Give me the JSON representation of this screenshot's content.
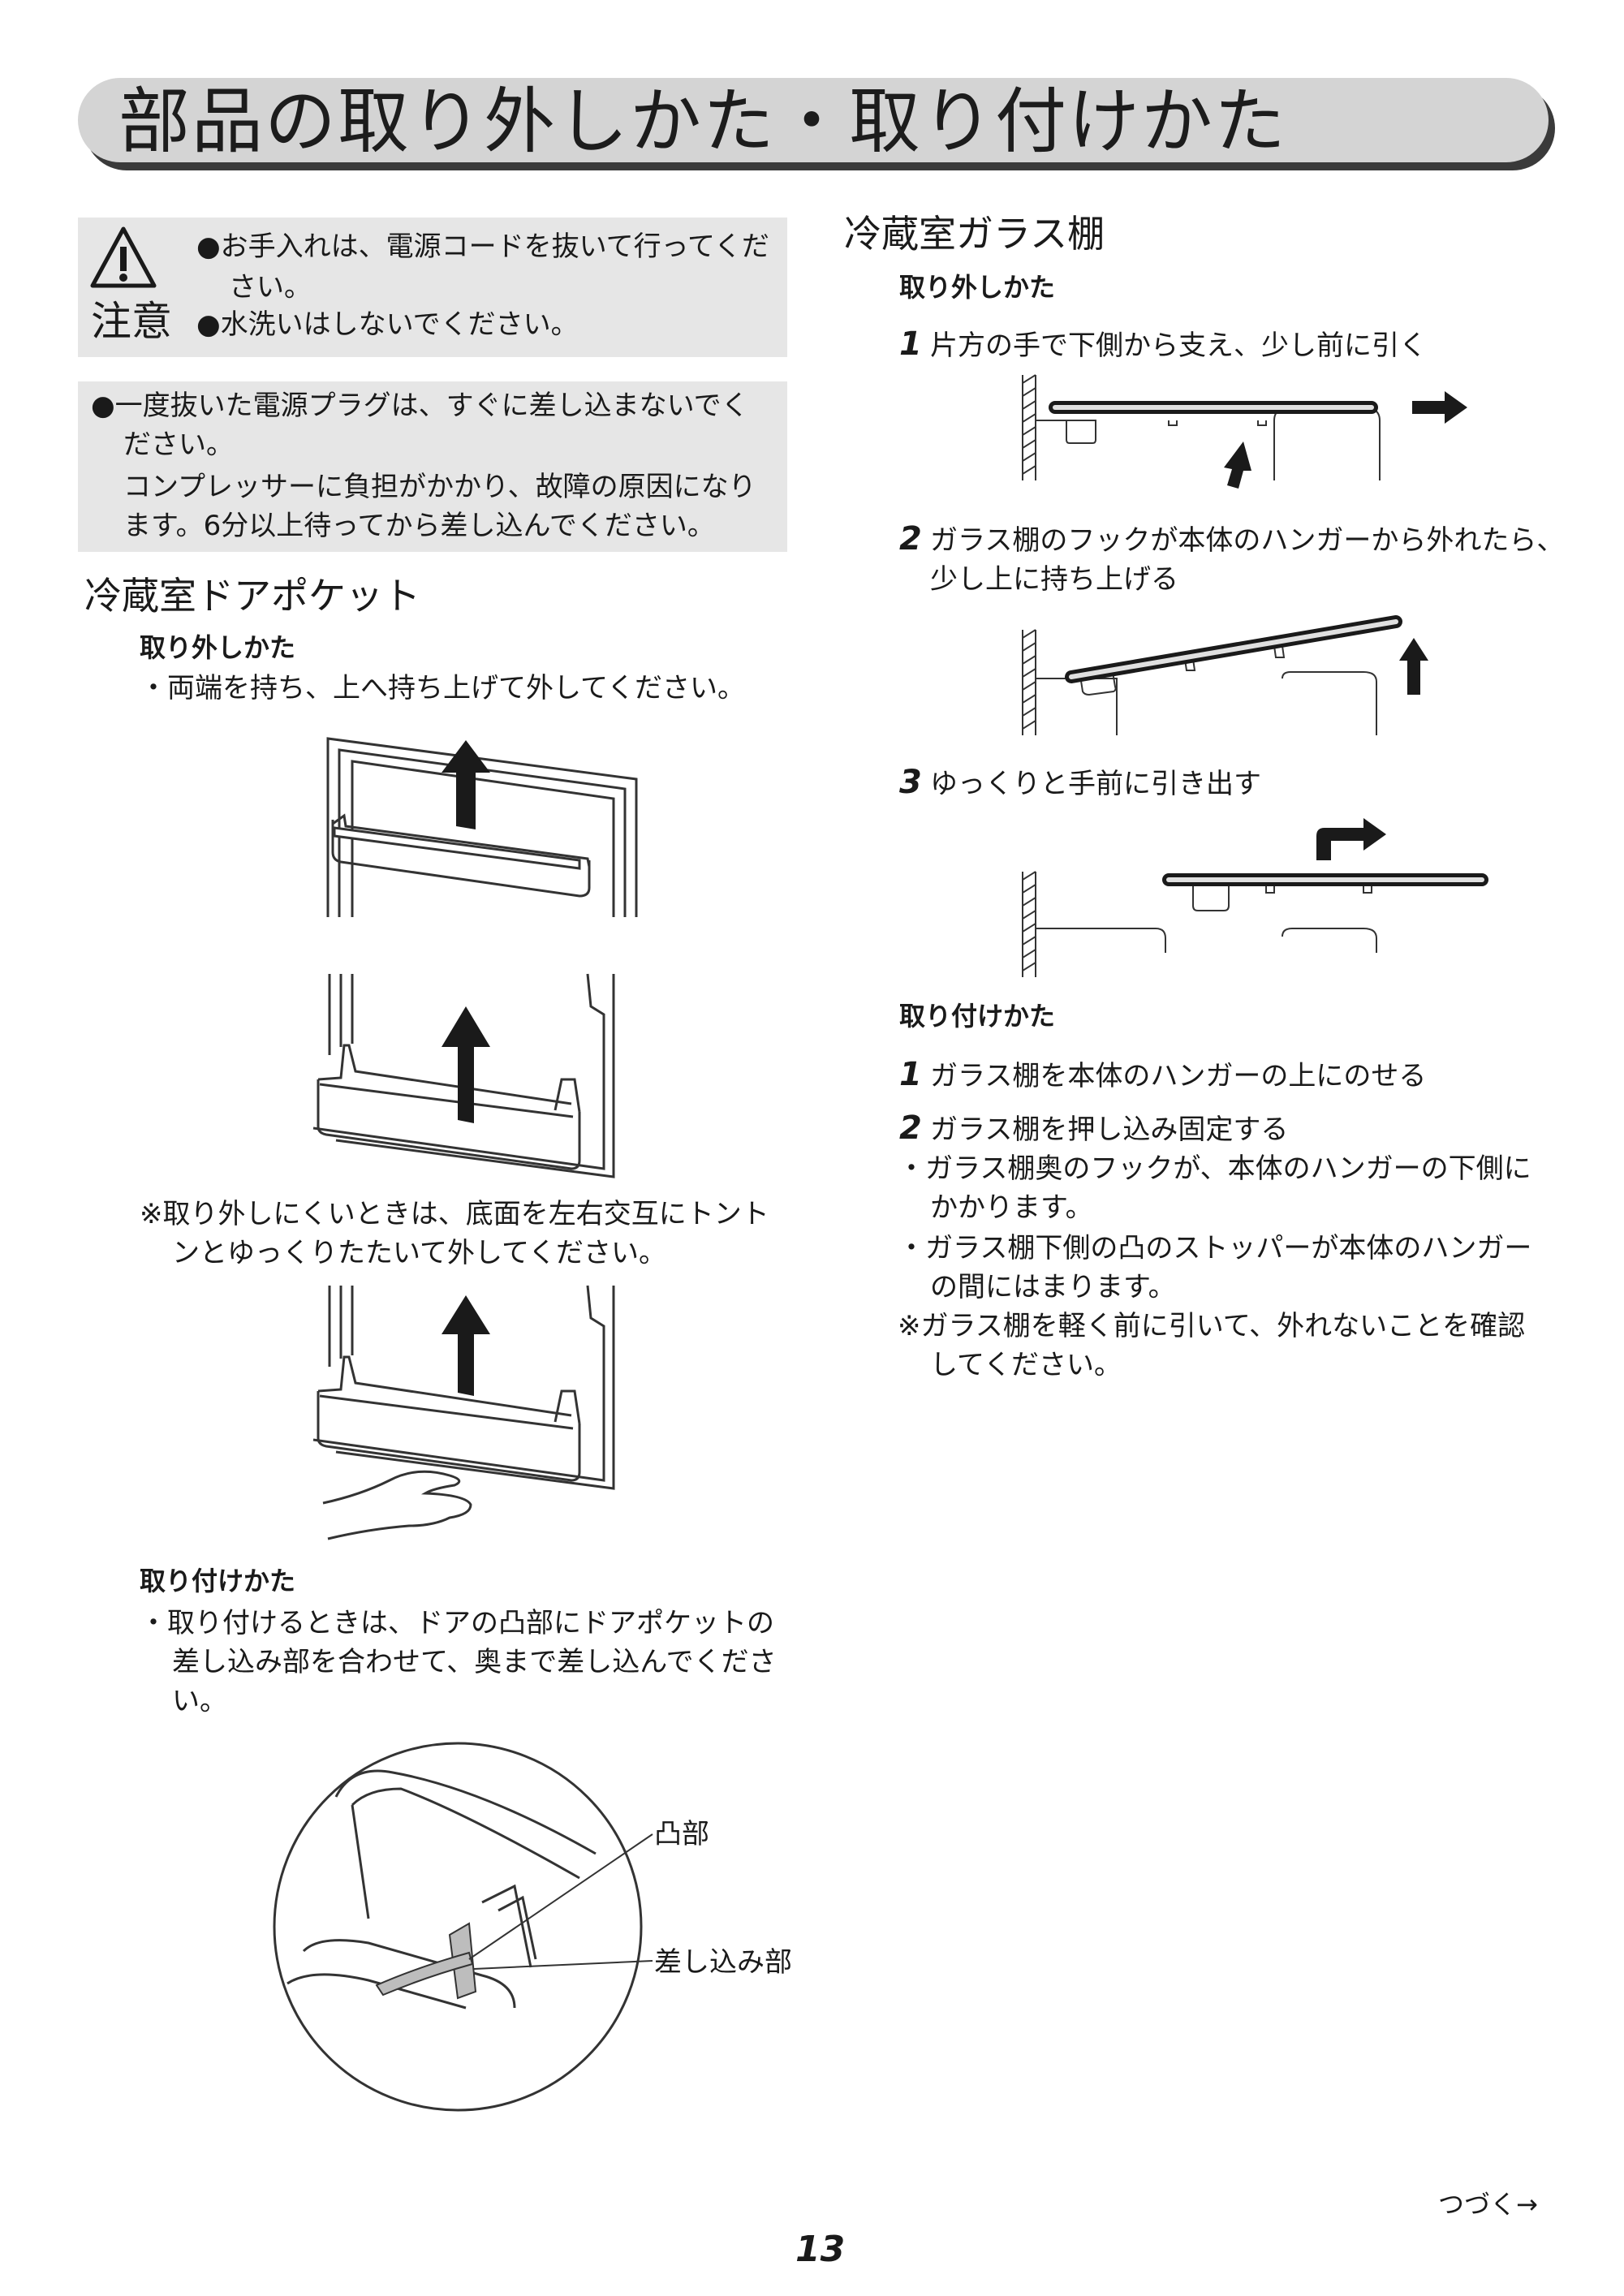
{
  "title": "部品の取り外しかた・取り付けかた",
  "caution": {
    "label": "注意",
    "items": [
      "●お手入れは、電源コードを抜いて行ってくだ",
      "さい。",
      "●水洗いはしないでください。"
    ]
  },
  "plug_note": {
    "lines": [
      "●一度抜いた電源プラグは、すぐに差し込まないでく",
      "ださい。",
      "コンプレッサーに負担がかかり、故障の原因になり",
      "ます。6分以上待ってから差し込んでください。"
    ]
  },
  "door_pocket": {
    "heading": "冷蔵室ドアポケット",
    "remove_heading": "取り外しかた",
    "remove_text": "・両端を持ち、上へ持ち上げて外してください。",
    "note_lines": [
      "※取り外しにくいときは、底面を左右交互にトント",
      "ンとゆっくりたたいて外してください。"
    ],
    "attach_heading": "取り付けかた",
    "attach_lines": [
      "・取り付けるときは、ドアの凸部にドアポケットの",
      "差し込み部を合わせて、奥まで差し込んでくださ",
      "い。"
    ],
    "label_convex": "凸部",
    "label_insert": "差し込み部"
  },
  "glass_shelf": {
    "heading": "冷蔵室ガラス棚",
    "remove_heading": "取り外しかた",
    "remove_steps": [
      {
        "num": "1",
        "lines": [
          "片方の手で下側から支え、少し前に引く"
        ]
      },
      {
        "num": "2",
        "lines": [
          "ガラス棚のフックが本体のハンガーから外れたら、",
          "少し上に持ち上げる"
        ]
      },
      {
        "num": "3",
        "lines": [
          "ゆっくりと手前に引き出す"
        ]
      }
    ],
    "attach_heading": "取り付けかた",
    "attach_steps": [
      {
        "num": "1",
        "lines": [
          "ガラス棚を本体のハンガーの上にのせる"
        ]
      },
      {
        "num": "2",
        "lines": [
          "ガラス棚を押し込み固定する"
        ]
      }
    ],
    "attach_notes": [
      "・ガラス棚奥のフックが、本体のハンガーの下側に",
      "かかります。",
      "・ガラス棚下側の凸のストッパーが本体のハンガー",
      "の間にはまります。",
      "※ガラス棚を軽く前に引いて、外れないことを確認",
      "してください。"
    ]
  },
  "continued": "つづく→",
  "page_number": "13"
}
